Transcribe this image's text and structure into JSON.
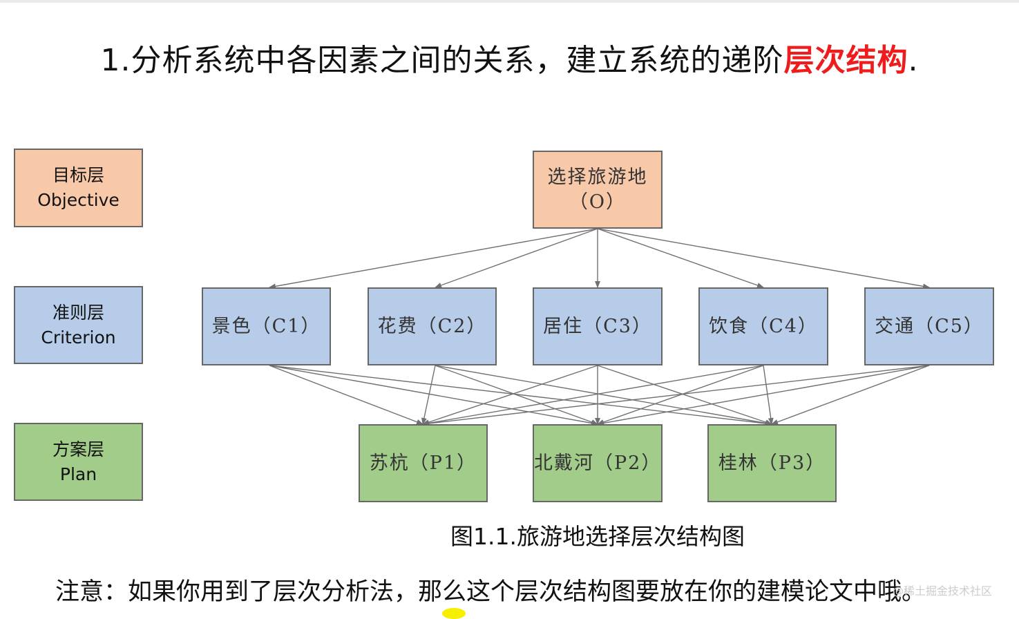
{
  "heading": {
    "prefix": "1.分析系统中各因素之间的关系，建立系统的递阶",
    "emphasis": "层次结构",
    "suffix": "."
  },
  "layers": {
    "objective": {
      "cn": "目标层",
      "en": "Objective"
    },
    "criterion": {
      "cn": "准则层",
      "en": "Criterion"
    },
    "plan": {
      "cn": "方案层",
      "en": "Plan"
    }
  },
  "nodes": {
    "goal": {
      "line1": "选择旅游地",
      "line2": "（O）"
    },
    "c1": "景色（C1）",
    "c2": "花费（C2）",
    "c3": "居住（C3）",
    "c4": "饮食（C4）",
    "c5": "交通（C5）",
    "p1": "苏杭（P1）",
    "p2": "北戴河（P2）",
    "p3": "桂林（P3）"
  },
  "caption": "图1.1.旅游地选择层次结构图",
  "note": "注意：如果你用到了层次分析法，那么这个层次结构图要放在你的建模论文中哦。",
  "watermark": "@稀土掘金技术社区",
  "colors": {
    "objective_fill": "#f8c9a9",
    "criterion_fill": "#b7cce9",
    "plan_fill": "#a2cc8a",
    "emphasis_text": "#ee1c1c",
    "connector": "#707070"
  }
}
